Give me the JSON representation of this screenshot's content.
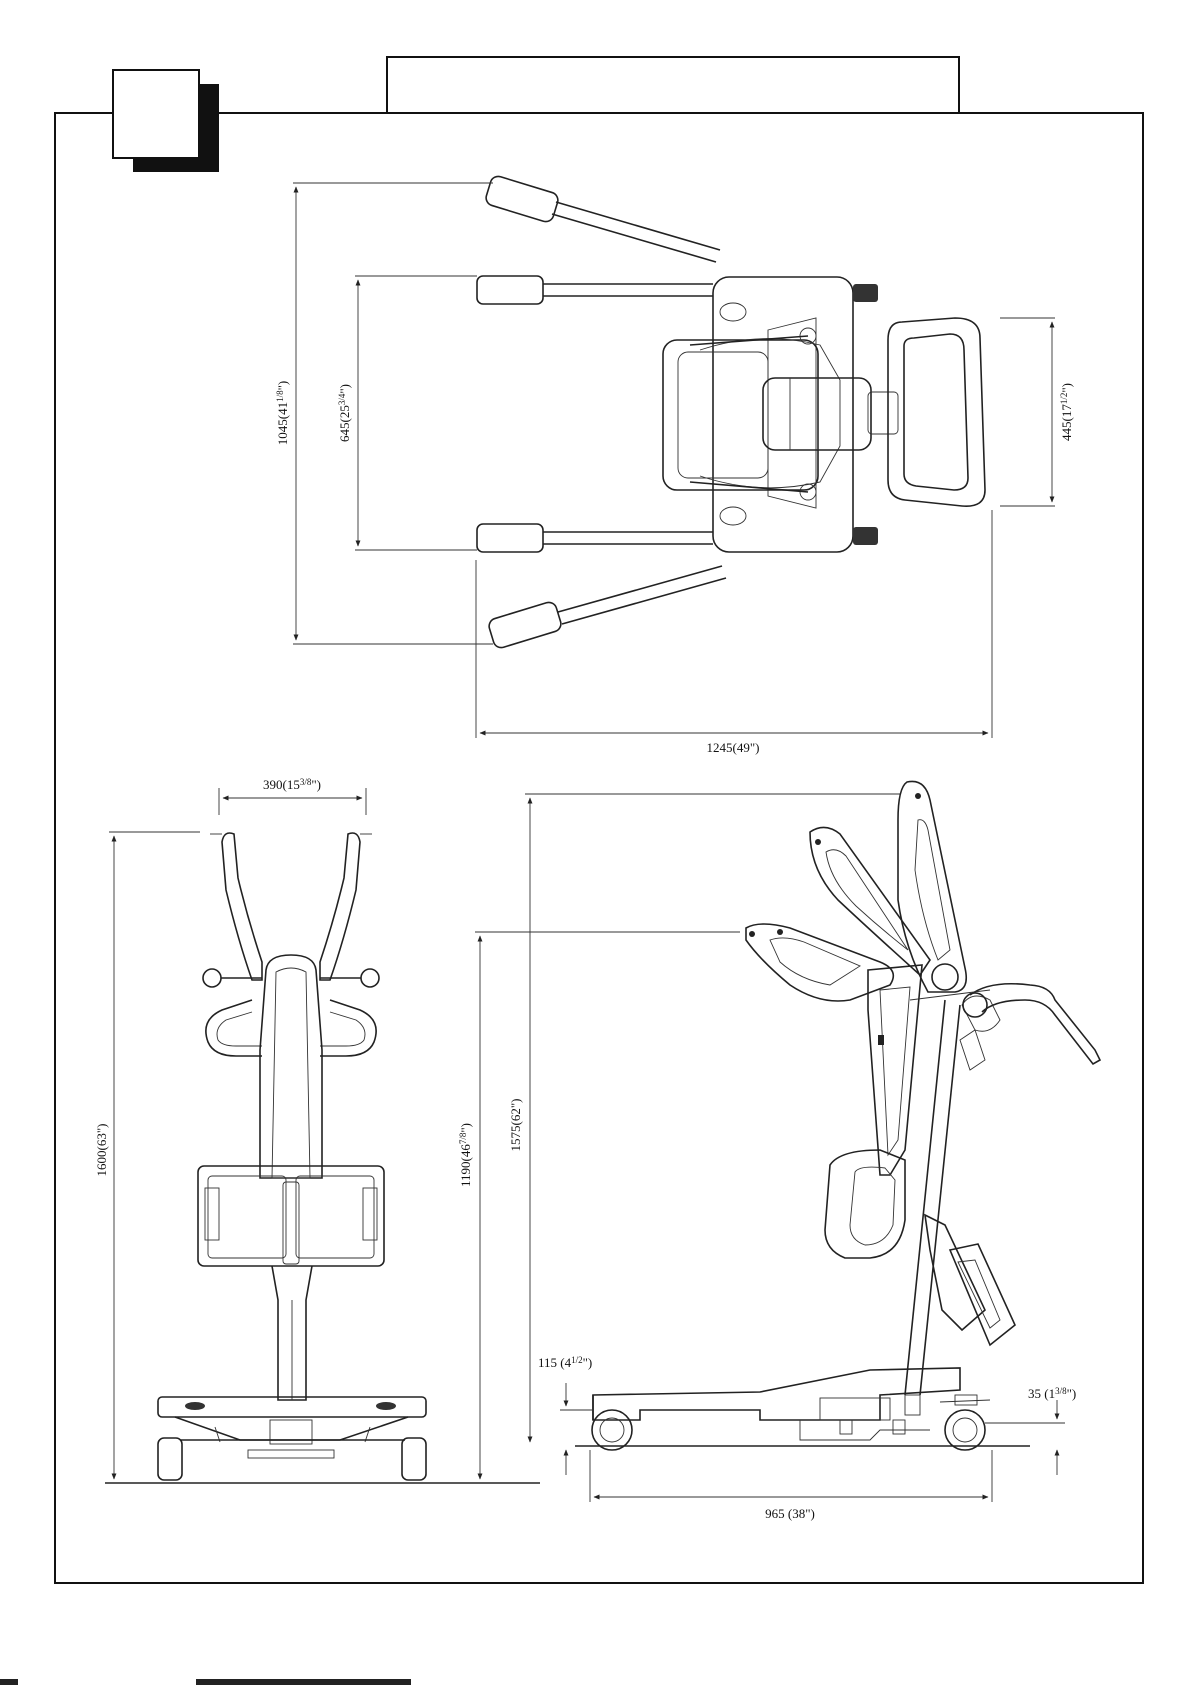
{
  "page": {
    "header_box_text": "",
    "tab_text": ""
  },
  "dimensions": {
    "top_overall_width": "1045(41",
    "top_overall_width_frac": "1/8",
    "top_overall_width_close": "\")",
    "top_inner_width": "645(25",
    "top_inner_width_frac": "3/4",
    "top_inner_width_close": "\")",
    "top_handle_width": "445(17",
    "top_handle_width_frac": "1/2",
    "top_handle_width_close": "\")",
    "top_length": "1245(49\")",
    "front_width": "390(15",
    "front_width_frac": "3/8",
    "front_width_close": "\")",
    "front_height": "1600(63\")",
    "side_knee_height": "1190(46",
    "side_knee_height_frac": "7/8",
    "side_knee_height_close": "\")",
    "side_max_height": "1575(62\")",
    "side_base_height": "115 (4",
    "side_base_height_frac": "1/2",
    "side_base_height_close": "\")",
    "side_clearance": "35 (1",
    "side_clearance_frac": "3/8",
    "side_clearance_close": "\")",
    "side_length": "965 (38\")"
  }
}
